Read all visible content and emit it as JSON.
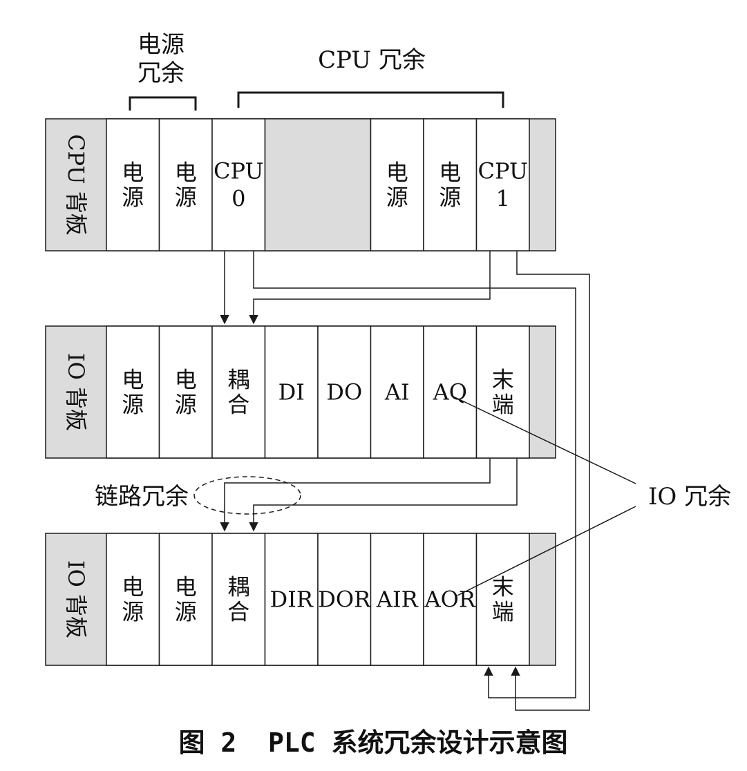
{
  "groups": {
    "power_redundancy": [
      "电源",
      "冗余"
    ],
    "cpu_redundancy": "CPU 冗余"
  },
  "racks": [
    {
      "label": "CPU 背板",
      "modules": [
        {
          "text": [
            "电",
            "源"
          ],
          "kind": "module"
        },
        {
          "text": [
            "电",
            "源"
          ],
          "kind": "module"
        },
        {
          "text": [
            "CPU",
            "0"
          ],
          "kind": "module"
        },
        {
          "text": [],
          "kind": "gap"
        },
        {
          "text": [
            "电",
            "源"
          ],
          "kind": "module"
        },
        {
          "text": [
            "电",
            "源"
          ],
          "kind": "module"
        },
        {
          "text": [
            "CPU",
            "1"
          ],
          "kind": "module"
        }
      ]
    },
    {
      "label": "IO 背板",
      "modules": [
        {
          "text": [
            "电",
            "源"
          ],
          "kind": "module"
        },
        {
          "text": [
            "电",
            "源"
          ],
          "kind": "module"
        },
        {
          "text": [
            "耦",
            "合"
          ],
          "kind": "module"
        },
        {
          "text": [
            "DI"
          ],
          "kind": "module"
        },
        {
          "text": [
            "DO"
          ],
          "kind": "module"
        },
        {
          "text": [
            "AI"
          ],
          "kind": "module"
        },
        {
          "text": [
            "AQ"
          ],
          "kind": "module"
        },
        {
          "text": [
            "末",
            "端"
          ],
          "kind": "module"
        }
      ]
    },
    {
      "label": "IO 背板",
      "modules": [
        {
          "text": [
            "电",
            "源"
          ],
          "kind": "module"
        },
        {
          "text": [
            "电",
            "源"
          ],
          "kind": "module"
        },
        {
          "text": [
            "耦",
            "合"
          ],
          "kind": "module"
        },
        {
          "text": [
            "DIR"
          ],
          "kind": "module"
        },
        {
          "text": [
            "DOR"
          ],
          "kind": "module"
        },
        {
          "text": [
            "AIR"
          ],
          "kind": "module"
        },
        {
          "text": [
            "AOR"
          ],
          "kind": "module"
        },
        {
          "text": [
            "末",
            "端"
          ],
          "kind": "module"
        }
      ]
    }
  ],
  "annotations": {
    "link_redundancy": "链路冗余",
    "io_redundancy": "IO 冗余"
  },
  "caption": "图 2  PLC 系统冗余设计示意图",
  "colors": {
    "rack_fill": "#dcdcdc",
    "module_fill": "#ffffff",
    "line": "#1a1a1a"
  }
}
